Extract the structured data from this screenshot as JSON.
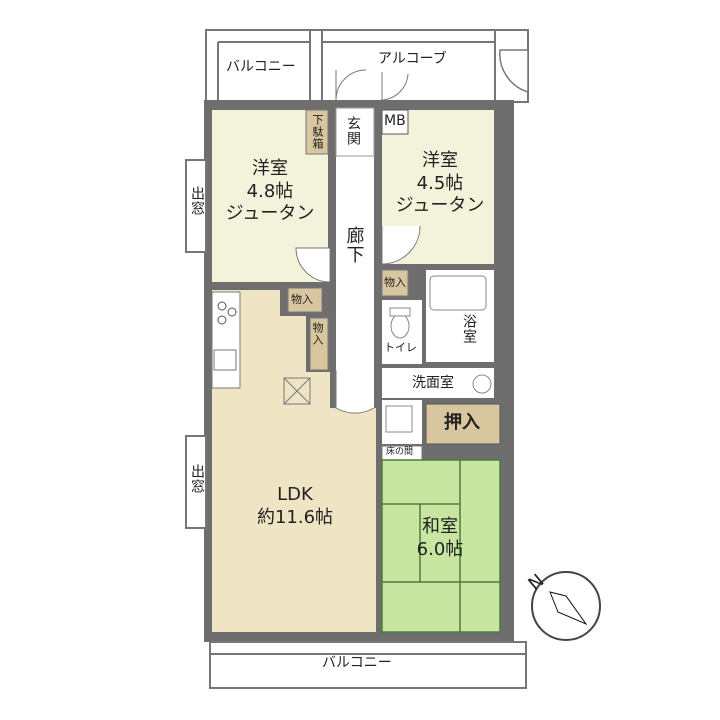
{
  "balcony_top": "バルコニー",
  "alcove": "アルコーブ",
  "entrance": "玄関",
  "shoe_box": "下駄箱",
  "mb": "MB",
  "hallway": "廊下",
  "room_western_1": {
    "name": "洋室",
    "size": "4.8帖",
    "floor": "ジュータン"
  },
  "room_western_2": {
    "name": "洋室",
    "size": "4.5帖",
    "floor": "ジュータン"
  },
  "bay_window_1": "出窓",
  "bay_window_2": "出窓",
  "storage_1": "物入",
  "storage_2": "物入",
  "storage_3": "物入",
  "toilet": "トイレ",
  "bathroom": "浴室",
  "washroom": "洗面室",
  "closet": "押入",
  "alcove_tokonoma": "床の間",
  "ldk": {
    "name": "LDK",
    "size": "約11.6帖"
  },
  "japanese_room": {
    "name": "和室",
    "size": "6.0帖"
  },
  "balcony_bottom": "バルコニー",
  "compass_label": "N",
  "colors": {
    "wall": "#6e6e6e",
    "western_room": "#f3f3dc",
    "ldk": "#efe4c4",
    "tatami": "#c8e6a2",
    "storage": "#d8c69e",
    "wet_area": "#ffffff",
    "hall": "#ffffff"
  }
}
